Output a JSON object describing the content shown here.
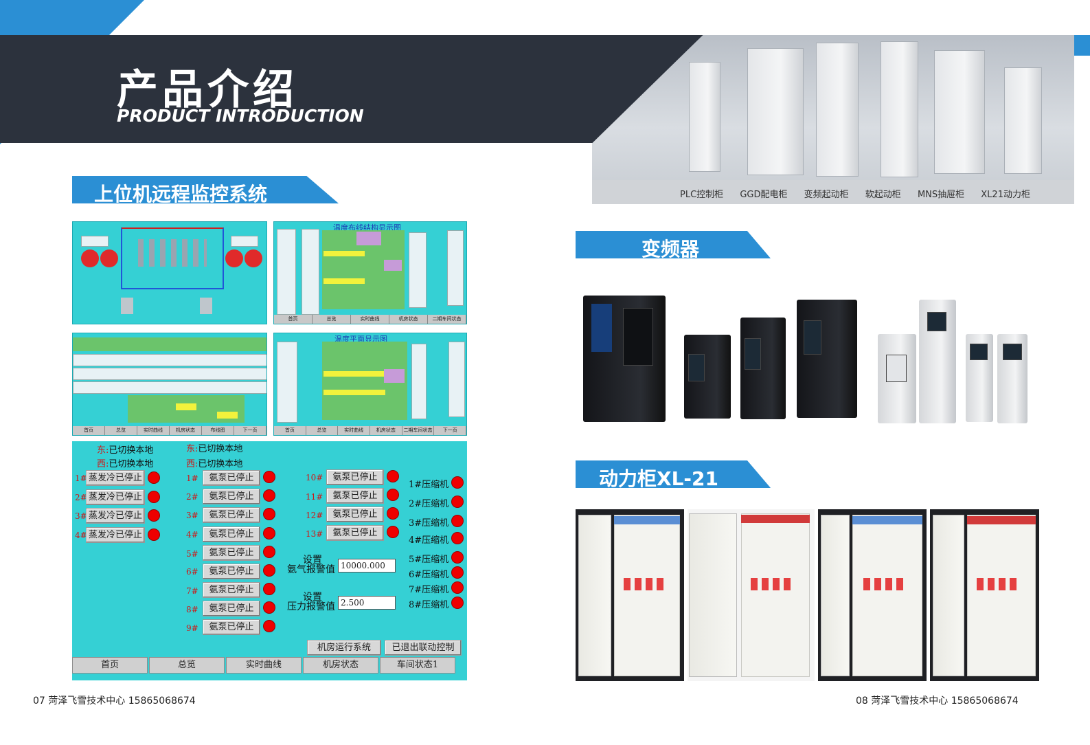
{
  "header": {
    "title_cn": "产品介绍",
    "title_en": "PRODUCT INTRODUCTION"
  },
  "cabinets": {
    "labels": [
      "PLC控制柜",
      "GGD配电柜",
      "变频起动柜",
      "软起动柜",
      "MNS抽屉柜",
      "XL21动力柜"
    ]
  },
  "sections": {
    "scada": "上位机远程监控系统",
    "vfd": "变频器",
    "power_cabinet": "动力柜XL-21"
  },
  "scada_panels": {
    "wiring_title": "温度布线结构显示图",
    "plane_title": "温度平面显示图",
    "nav_small": [
      "首页",
      "总览",
      "实时曲线",
      "机房状态",
      "二期车间状态"
    ],
    "nav_small_b": [
      "首页",
      "总览",
      "实时曲线",
      "机房状态",
      "布线图",
      "下一页"
    ]
  },
  "control": {
    "status": [
      {
        "prefix": "东:",
        "text": "已切换本地"
      },
      {
        "prefix": "西:",
        "text": "已切换本地"
      },
      {
        "prefix": "东:",
        "text": "已切换本地"
      },
      {
        "prefix": "西:",
        "text": "已切换本地"
      }
    ],
    "evaporators": [
      {
        "num": "1#",
        "label": "蒸发冷已停止"
      },
      {
        "num": "2#",
        "label": "蒸发冷已停止"
      },
      {
        "num": "3#",
        "label": "蒸发冷已停止"
      },
      {
        "num": "4#",
        "label": "蒸发冷已停止"
      }
    ],
    "pumps_a": [
      {
        "num": "1#",
        "label": "氨泵已停止"
      },
      {
        "num": "2#",
        "label": "氨泵已停止"
      },
      {
        "num": "3#",
        "label": "氨泵已停止"
      },
      {
        "num": "4#",
        "label": "氨泵已停止"
      },
      {
        "num": "5#",
        "label": "氨泵已停止"
      },
      {
        "num": "6#",
        "label": "氨泵已停止"
      },
      {
        "num": "7#",
        "label": "氨泵已停止"
      },
      {
        "num": "8#",
        "label": "氨泵已停止"
      },
      {
        "num": "9#",
        "label": "氨泵已停止"
      }
    ],
    "pumps_b": [
      {
        "num": "10#",
        "label": "氨泵已停止"
      },
      {
        "num": "11#",
        "label": "氨泵已停止"
      },
      {
        "num": "12#",
        "label": "氨泵已停止"
      },
      {
        "num": "13#",
        "label": "氨泵已停止"
      }
    ],
    "compressors": [
      "1#压缩机",
      "2#压缩机",
      "3#压缩机",
      "4#压缩机",
      "5#压缩机",
      "6#压缩机",
      "7#压缩机",
      "8#压缩机"
    ],
    "ammonia_alarm": {
      "label_line1": "设置",
      "label_line2": "氨气报警值",
      "value": "10000.000"
    },
    "pressure_alarm": {
      "label_line1": "设置",
      "label_line2": "压力报警值",
      "value": "2.500"
    },
    "btn_room_system": "机房运行系统",
    "btn_linkage": "已退出联动控制",
    "nav": [
      "首页",
      "总览",
      "实时曲线",
      "机房状态",
      "车间状态1"
    ]
  },
  "footer": {
    "left": "07  菏泽飞雪技术中心  15865068674",
    "right": "08  菏泽飞雪技术中心  15865068674"
  },
  "colors": {
    "accent_blue": "#2b8fd4",
    "banner_dark": "#2c323d",
    "scada_cyan": "#35d0d4",
    "led_red": "#ee0000"
  }
}
